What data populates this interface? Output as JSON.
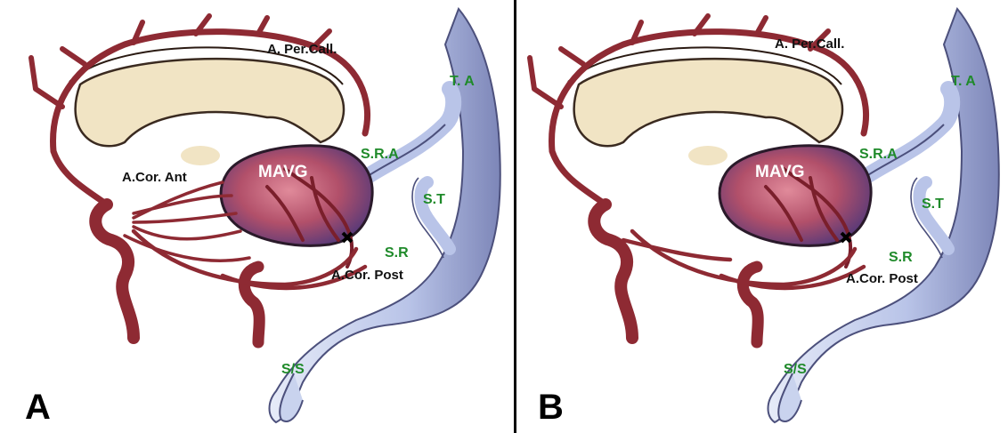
{
  "panels": [
    {
      "letter": "A",
      "labels": {
        "per_call": "A. Per.Call.",
        "ta": "T. A",
        "sra": "S.R.A",
        "mavg": "MAVG",
        "cor_ant": "A.Cor. Ant",
        "st": "S.T",
        "sr": "S.R",
        "cor_post": "A.Cor. Post",
        "ss": "S/S"
      }
    },
    {
      "letter": "B",
      "labels": {
        "per_call": "A. Per.Call.",
        "ta": "T. A",
        "sra": "S.R.A",
        "mavg": "MAVG",
        "st": "S.T",
        "sr": "S.R",
        "cor_post": "A.Cor. Post",
        "ss": "S/S"
      }
    }
  ],
  "colors": {
    "artery": "#8e2a33",
    "artery_dark": "#5e1a22",
    "vein": "#c9d3ee",
    "vein_edge": "#5a5f8a",
    "callosum": "#f1e4c4",
    "mavg": "#b2506a",
    "label_green": "#1f8a2a"
  }
}
